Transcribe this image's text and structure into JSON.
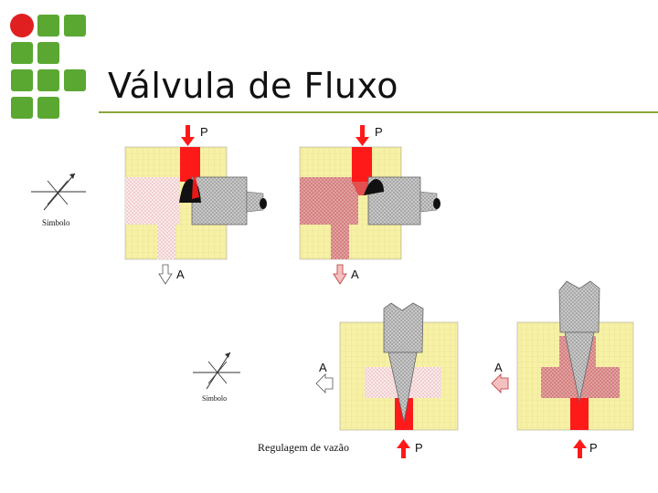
{
  "slide": {
    "title": "Válvula de Fluxo",
    "colors": {
      "accent": "#8aa63c",
      "logo_green": "#5aa832",
      "logo_red": "#e02020",
      "pressure": "#ff1a1a",
      "body": "#f5f0a8",
      "outlet": "#e8a6a6",
      "stem": "#b8b8b8"
    }
  },
  "diagram1": {
    "port_in": "P",
    "port_out": "A",
    "symbol_label": "Símbolo"
  },
  "diagram2": {
    "port_in": "P",
    "port_out": "A"
  },
  "diagram3": {
    "port_in": "P",
    "port_out": "A",
    "symbol_label": "Símbolo",
    "caption": "Regulagem de vazão"
  },
  "diagram4": {
    "port_in": "P",
    "port_out": "A"
  }
}
